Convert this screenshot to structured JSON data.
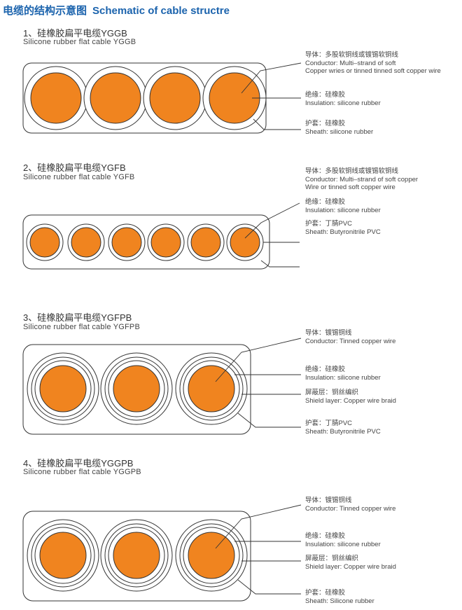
{
  "header": {
    "title_cn": "电缆的结构示意图",
    "title_en": "Schematic of cable structre"
  },
  "colors": {
    "conductor": "#f0841f",
    "title": "#1b63ad",
    "line": "#333333"
  },
  "sections": [
    {
      "title": "1、硅橡胶扁平电缆YGGB",
      "subtitle": "Silicone rubber flat cable YGGB",
      "labels": [
        {
          "cn": "导体：多股软铜线或镀锡软铜线",
          "en": [
            "Conductor: Multi–strand of soft",
            "Copper wries or tinned tinned soft copper wire"
          ]
        },
        {
          "cn": "绝缘：硅橡胶",
          "en": [
            "Insulation: silicone rubber"
          ]
        },
        {
          "cn": "护套：硅橡胶",
          "en": [
            "Sheath: silicone rubber"
          ]
        }
      ]
    },
    {
      "title": "2、硅橡胶扁平电缆YGFB",
      "subtitle": "Silicone rubber flat cable YGFB",
      "labels": [
        {
          "cn": "导体：多股软铜线或镀锡软铜线",
          "en": [
            "Conductor: Multi–strand of soft copper",
            "Wire or tinned soft copper wire"
          ]
        },
        {
          "cn": "绝缘：硅橡胶",
          "en": [
            "Insulation: silicone rubber"
          ]
        },
        {
          "cn": "护套：丁腈PVC",
          "en": [
            "Sheath: Butyronitrile PVC"
          ]
        }
      ]
    },
    {
      "title": "3、硅橡胶扁平电缆YGFPB",
      "subtitle": "Silicone rubber flat cable YGFPB",
      "labels": [
        {
          "cn": "导体：镀锡铜线",
          "en": [
            "Conductor: Tinned copper wire"
          ]
        },
        {
          "cn": "绝缘：硅橡胶",
          "en": [
            "Insulation: silicone rubber"
          ]
        },
        {
          "cn": "屏蔽层：铜丝编织",
          "en": [
            "Shield layer: Copper wire braid"
          ]
        },
        {
          "cn": "护套：丁腈PVC",
          "en": [
            "Sheath: Butyronitrile PVC"
          ]
        }
      ]
    },
    {
      "title": "4、硅橡胶扁平电缆YGGPB",
      "subtitle": "Silicone rubber flat cable YGGPB",
      "labels": [
        {
          "cn": "导体：镀锡铜线",
          "en": [
            "Conductor: Tinned copper wire"
          ]
        },
        {
          "cn": "绝缘：硅橡胶",
          "en": [
            "Insulation: silicone rubber"
          ]
        },
        {
          "cn": "屏蔽层：铜丝编织",
          "en": [
            "Shield layer: Copper wire braid"
          ]
        },
        {
          "cn": "护套：硅橡胶",
          "en": [
            "Sheath: Silicone rubber"
          ]
        }
      ]
    }
  ]
}
